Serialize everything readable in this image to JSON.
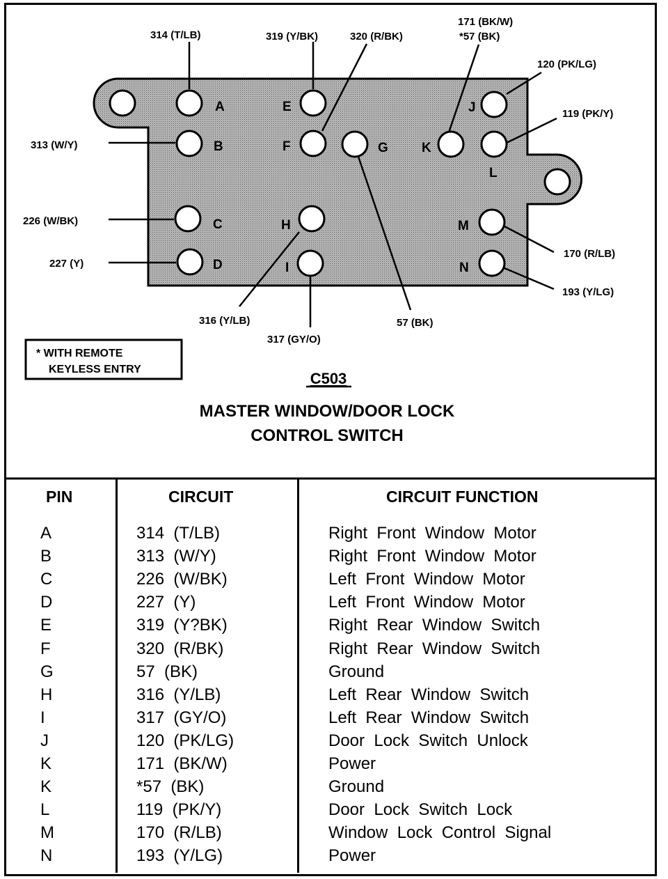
{
  "note": "* WITH REMOTE KEYLESS ENTRY",
  "connector_id": "C503",
  "title": [
    "MASTER WINDOW/DOOR LOCK",
    "CONTROL SWITCH"
  ],
  "wire_labels": {
    "A": "314 (T/LB)",
    "E": "319 (Y/BK)",
    "F": "320 (R/BK)",
    "K_top": "171 (BK/W)",
    "K_bottom": "*57 (BK)",
    "J": "120 (PK/LG)",
    "L": "119 (PK/Y)",
    "B": "313 (W/Y)",
    "C": "226 (W/BK)",
    "D": "227 (Y)",
    "M": "170 (R/LB)",
    "N": "193 (Y/LG)",
    "H": "316 (Y/LB)",
    "I": "317 (GY/O)",
    "G": "57 (BK)"
  },
  "pin_letters": [
    "A",
    "B",
    "C",
    "D",
    "E",
    "F",
    "G",
    "H",
    "I",
    "J",
    "K",
    "L",
    "M",
    "N"
  ],
  "table": {
    "headers": [
      "PIN",
      "CIRCUIT",
      "CIRCUIT FUNCTION"
    ],
    "rows": [
      {
        "pin": "A",
        "circuit": "314  (T/LB)",
        "function": "Right  Front  Window  Motor"
      },
      {
        "pin": "B",
        "circuit": "313  (W/Y)",
        "function": "Right  Front  Window  Motor"
      },
      {
        "pin": "C",
        "circuit": "226  (W/BK)",
        "function": "Left  Front  Window  Motor"
      },
      {
        "pin": "D",
        "circuit": "227  (Y)",
        "function": "Left  Front  Window  Motor"
      },
      {
        "pin": "E",
        "circuit": "319  (Y?BK)",
        "function": "Right  Rear  Window  Switch"
      },
      {
        "pin": "F",
        "circuit": "320  (R/BK)",
        "function": "Right  Rear  Window  Switch"
      },
      {
        "pin": "G",
        "circuit": "57  (BK)",
        "function": "Ground"
      },
      {
        "pin": "H",
        "circuit": "316  (Y/LB)",
        "function": "Left  Rear  Window  Switch"
      },
      {
        "pin": "I",
        "circuit": "317  (GY/O)",
        "function": "Left  Rear  Window  Switch"
      },
      {
        "pin": "J",
        "circuit": "120  (PK/LG)",
        "function": "Door  Lock  Switch  Unlock"
      },
      {
        "pin": "K",
        "circuit": "171  (BK/W)",
        "function": "Power"
      },
      {
        "pin": "K",
        "circuit": "*57  (BK)",
        "function": "Ground"
      },
      {
        "pin": "L",
        "circuit": "119  (PK/Y)",
        "function": "Door  Lock  Switch  Lock"
      },
      {
        "pin": "M",
        "circuit": "170  (R/LB)",
        "function": "Window  Lock  Control  Signal"
      },
      {
        "pin": "N",
        "circuit": "193  (Y/LG)",
        "function": "Power"
      }
    ]
  }
}
